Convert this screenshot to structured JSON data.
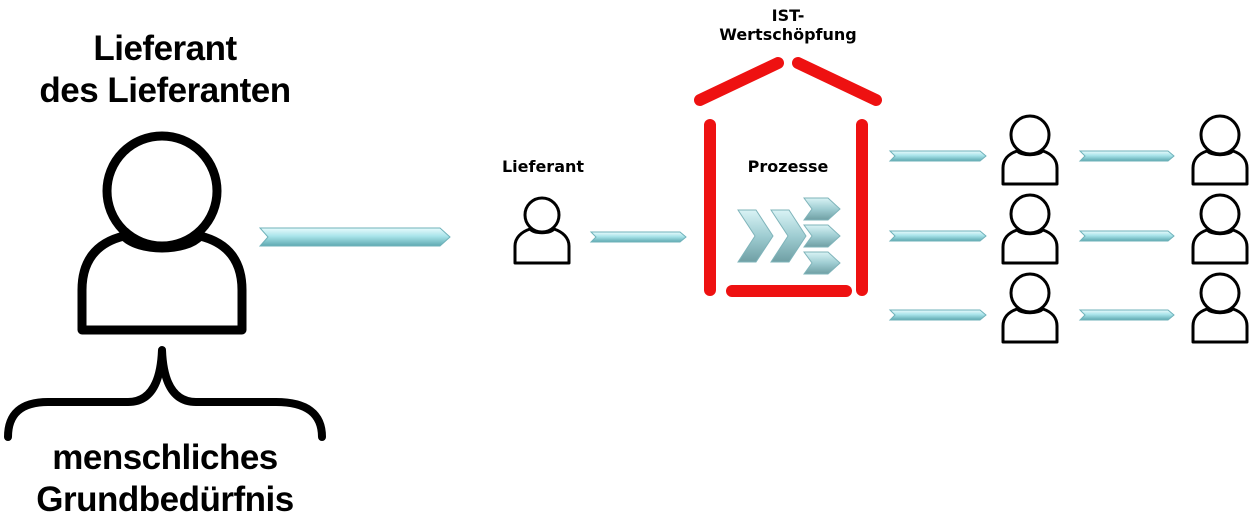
{
  "labels": {
    "supplier_of_supplier": "Lieferant\ndes Lieferanten",
    "basic_need": "menschliches\nGrundbedürfnis",
    "supplier": "Lieferant",
    "ist_value_creation": "IST-\nWertschöpfung",
    "processes": "Prozesse"
  },
  "icons": {
    "person": "person-icon",
    "arrow": "arrow-icon",
    "brace": "curly-brace-icon",
    "house": "house-outline-icon",
    "chevron": "chevron-icon"
  },
  "colors": {
    "house_outline": "#ee1111",
    "arrow_fill": "#a9e4ea",
    "arrow_edge": "#6fb2ba",
    "chevron_fill": "#9fcdd2",
    "line": "#000000"
  }
}
